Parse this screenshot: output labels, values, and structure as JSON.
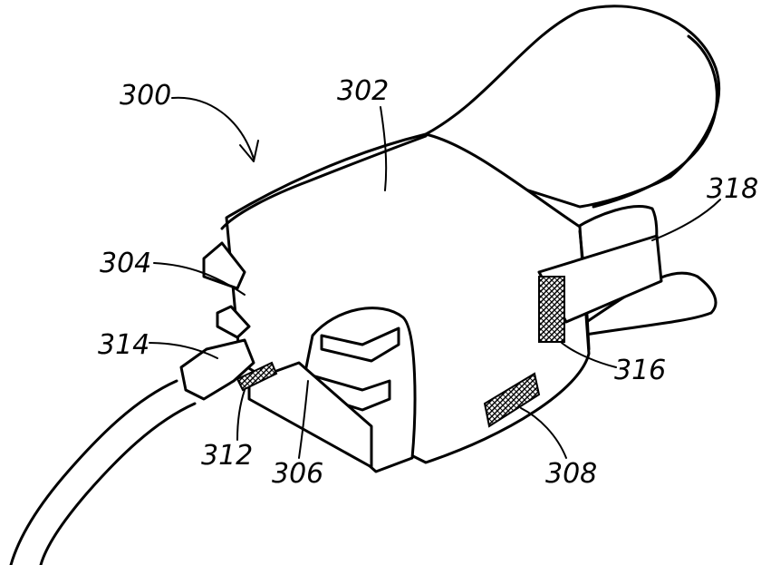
{
  "figure": {
    "reference_numeral": "300",
    "labels": {
      "body": "302",
      "front_notch": "304",
      "cavity": "306",
      "lower_pad": "308",
      "side_pad": "312",
      "connector": "314",
      "strap_pad": "316",
      "strap": "318"
    }
  },
  "colors": {
    "line": "#000000",
    "background": "#ffffff"
  }
}
